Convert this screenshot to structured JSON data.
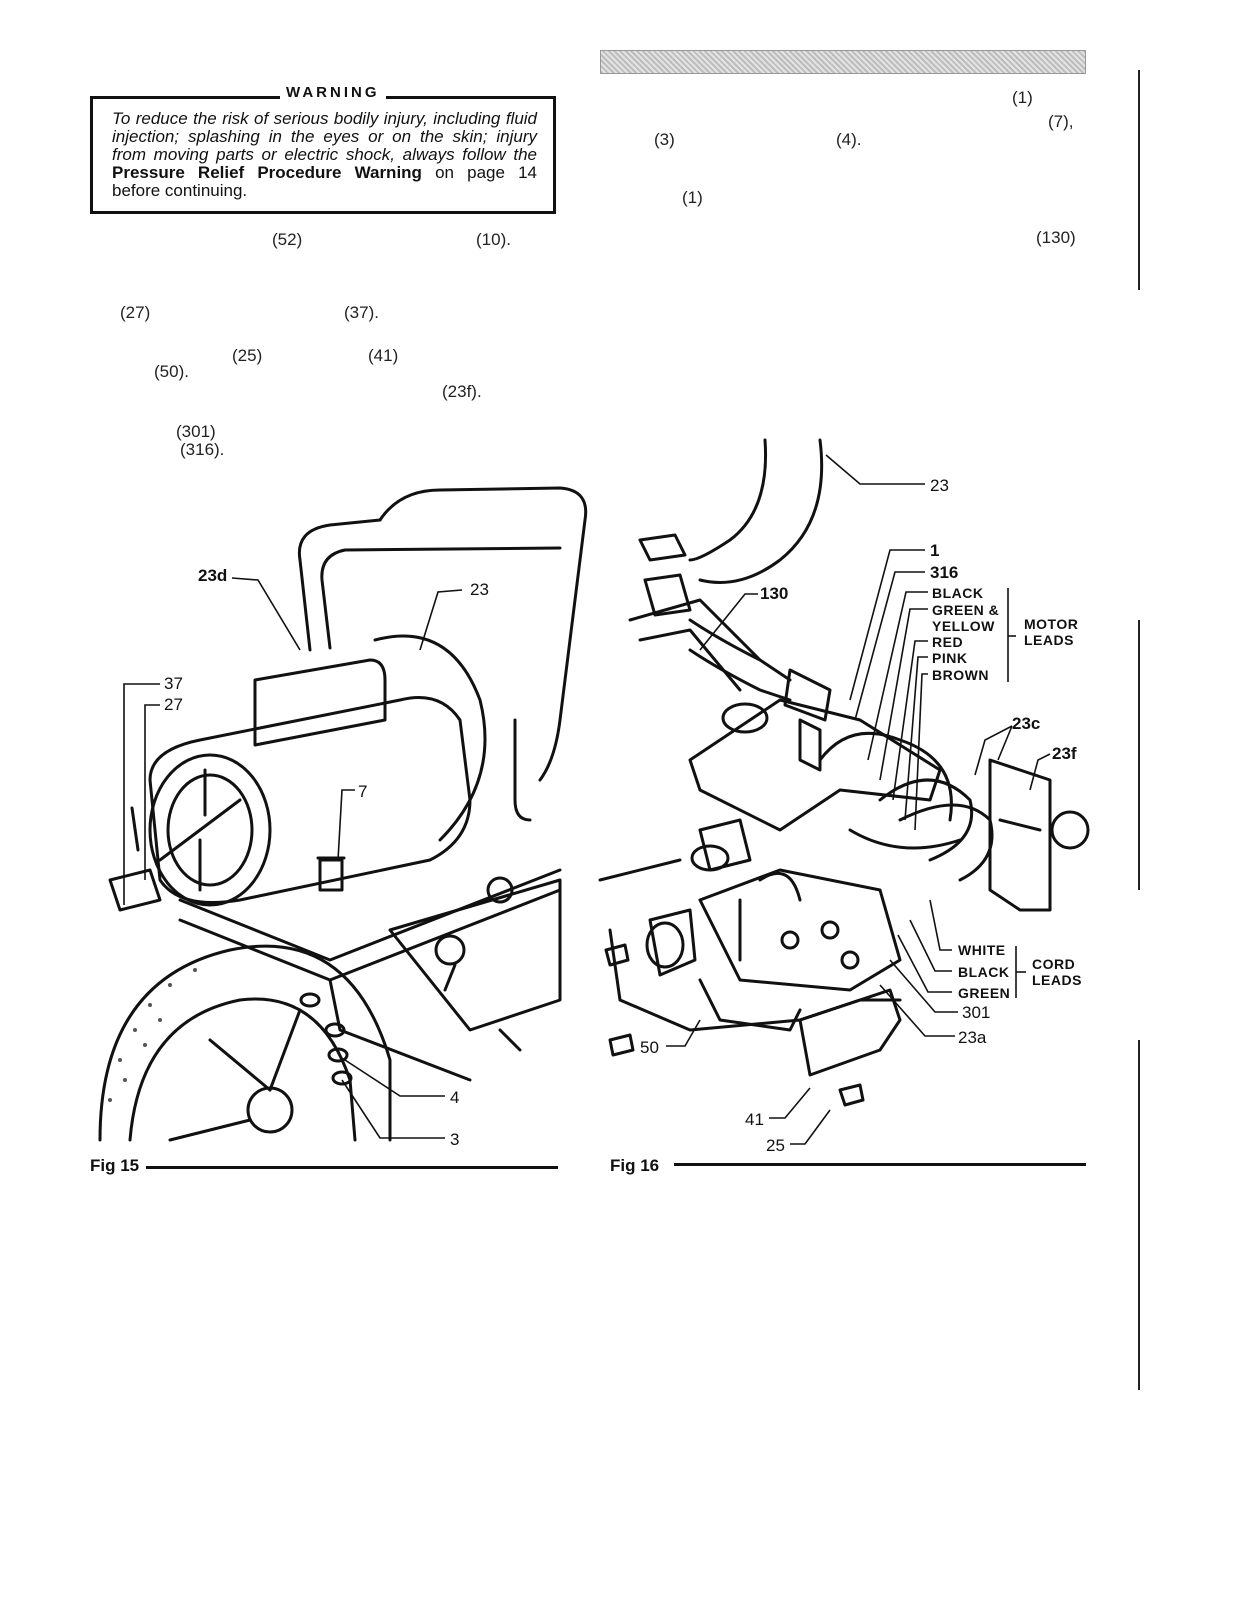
{
  "warning": {
    "title": "WARNING",
    "text_intro": "To reduce the risk of serious bodily injury, including fluid injection; splashing in the eyes or on the skin; injury from moving parts or electric shock, always follow the ",
    "text_bold": "Pressure Relief Procedure Warning",
    "text_end": " on page 14 before continuing."
  },
  "left_refs": {
    "r52": "(52)",
    "r10": "(10).",
    "r27": "(27)",
    "r37": "(37).",
    "r25": "(25)",
    "r41": "(41)",
    "r50": "(50).",
    "r23f": "(23f).",
    "r301": "(301)",
    "r316": "(316)."
  },
  "right_refs": {
    "r1a": "(1)",
    "r7": "(7),",
    "r3": "(3)",
    "r4": "(4).",
    "r1b": "(1)",
    "r130": "(130)"
  },
  "fig15": {
    "caption": "Fig 15",
    "labels": {
      "l23d": "23d",
      "l23": "23",
      "l37": "37",
      "l27": "27",
      "l7": "7",
      "l4": "4",
      "l3": "3"
    }
  },
  "fig16": {
    "caption": "Fig 16",
    "labels": {
      "l23": "23",
      "l1": "1",
      "l316": "316",
      "l130": "130",
      "l23c": "23c",
      "l23f": "23f",
      "l301": "301",
      "l23a": "23a",
      "l50": "50",
      "l41": "41",
      "l25": "25"
    },
    "motor_leads": {
      "wires": [
        "BLACK",
        "GREEN &",
        "YELLOW",
        "RED",
        "PINK",
        "BROWN"
      ],
      "group_label_1": "MOTOR",
      "group_label_2": "LEADS"
    },
    "cord_leads": {
      "wires": [
        "WHITE",
        "BLACK",
        "GREEN"
      ],
      "group_label_1": "CORD",
      "group_label_2": "LEADS"
    }
  }
}
